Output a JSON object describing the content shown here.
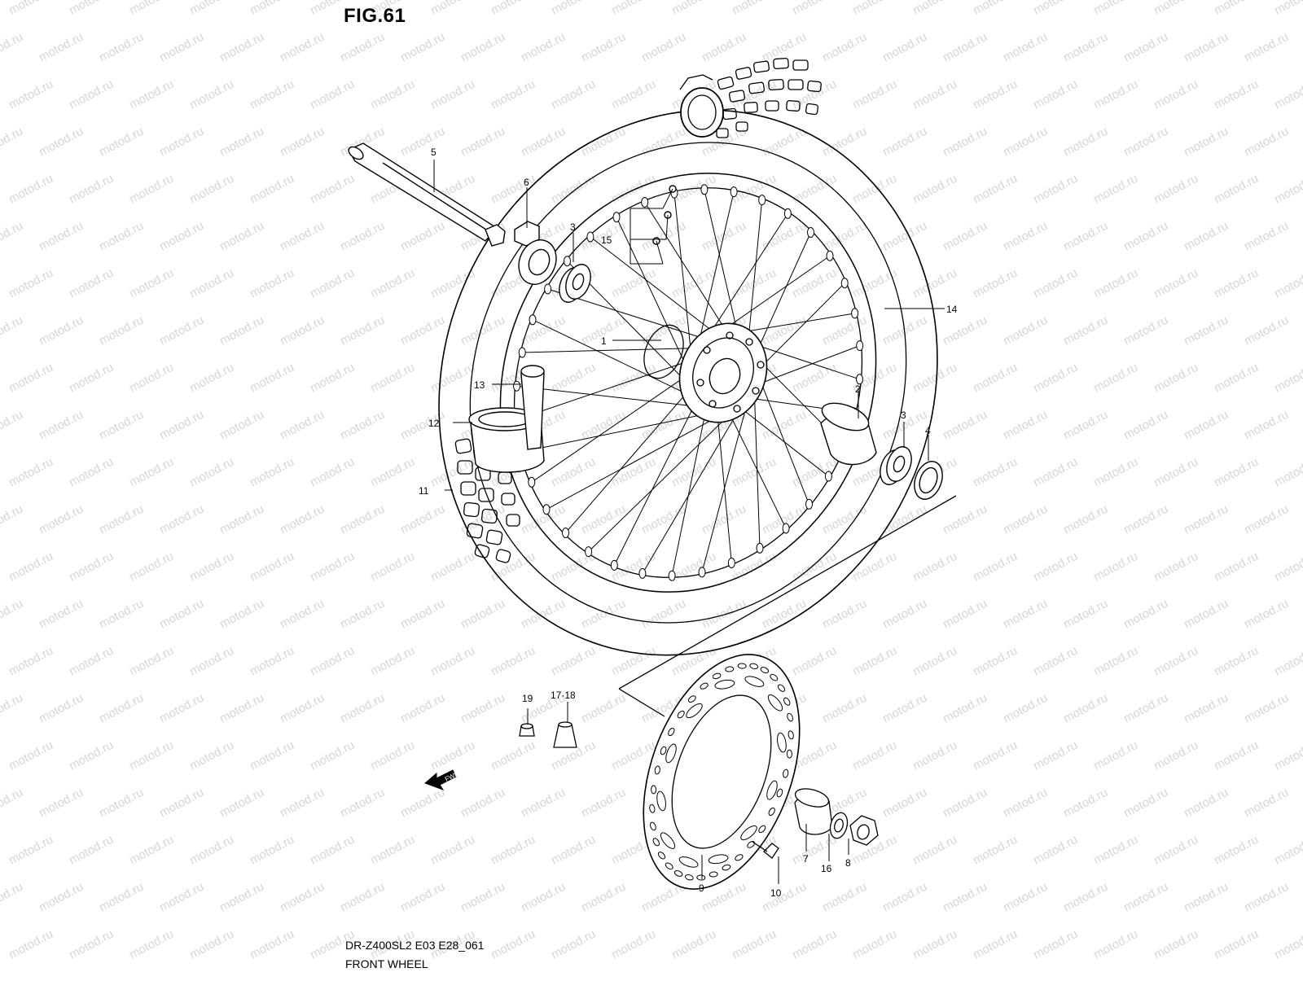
{
  "figure": {
    "title": "FIG.61"
  },
  "footer": {
    "model_code": "DR-Z400SL2 E03 E28_061",
    "name": "FRONT WHEEL"
  },
  "watermark": {
    "text": "motod.ru",
    "color": "#d6d6d6"
  },
  "fwd_badge": {
    "text": "FWD"
  },
  "callouts": [
    {
      "id": "1",
      "label": "1"
    },
    {
      "id": "2",
      "label": "2"
    },
    {
      "id": "3a",
      "label": "3"
    },
    {
      "id": "3b",
      "label": "3"
    },
    {
      "id": "4",
      "label": "4"
    },
    {
      "id": "5",
      "label": "5"
    },
    {
      "id": "6",
      "label": "6"
    },
    {
      "id": "7",
      "label": "7"
    },
    {
      "id": "8",
      "label": "8"
    },
    {
      "id": "9",
      "label": "9"
    },
    {
      "id": "10",
      "label": "10"
    },
    {
      "id": "11",
      "label": "11"
    },
    {
      "id": "12",
      "label": "12"
    },
    {
      "id": "13",
      "label": "13"
    },
    {
      "id": "14",
      "label": "14"
    },
    {
      "id": "15",
      "label": "15"
    },
    {
      "id": "16",
      "label": "16"
    },
    {
      "id": "1718",
      "label": "17·18"
    },
    {
      "id": "19",
      "label": "19"
    }
  ]
}
